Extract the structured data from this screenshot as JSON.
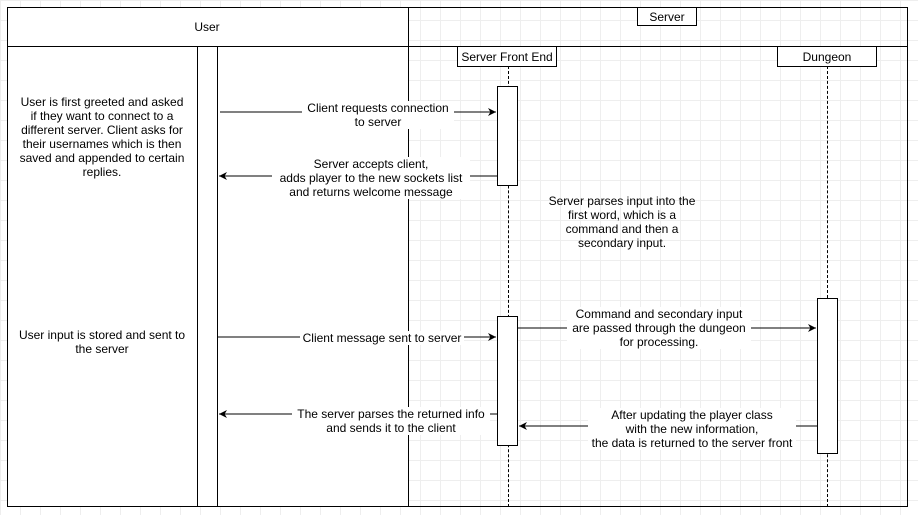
{
  "pools": {
    "user": "User",
    "server": "Server"
  },
  "lifelines": {
    "front_end": "Server Front End",
    "dungeon": "Dungeon"
  },
  "notes": {
    "user_greeting": "User is first greeted and asked\nif they want to connect to a\ndifferent server. Client asks for\ntheir usernames which is then\nsaved and appended to certain\nreplies.",
    "user_input": "User input is stored and sent to\nthe server",
    "server_parses": "Server parses input into the\nfirst word, which is a\ncommand and then a\nsecondary input."
  },
  "messages": {
    "connect_request": "Client requests connection\nto server",
    "accept_client": "Server accepts client,\nadds player to the new sockets list\nand returns welcome message",
    "client_message": "Client message sent to server",
    "dungeon_pass": "Command and secondary input\nare passed through the dungeon\nfor processing.",
    "returned_info": "The server parses the returned info\nand sends it to the client",
    "dungeon_return": "After updating the player class\nwith the new information,\nthe data is returned to the server front"
  },
  "colors": {
    "line": "#000000",
    "grid": "#eeeeee",
    "background": "#ffffff"
  }
}
